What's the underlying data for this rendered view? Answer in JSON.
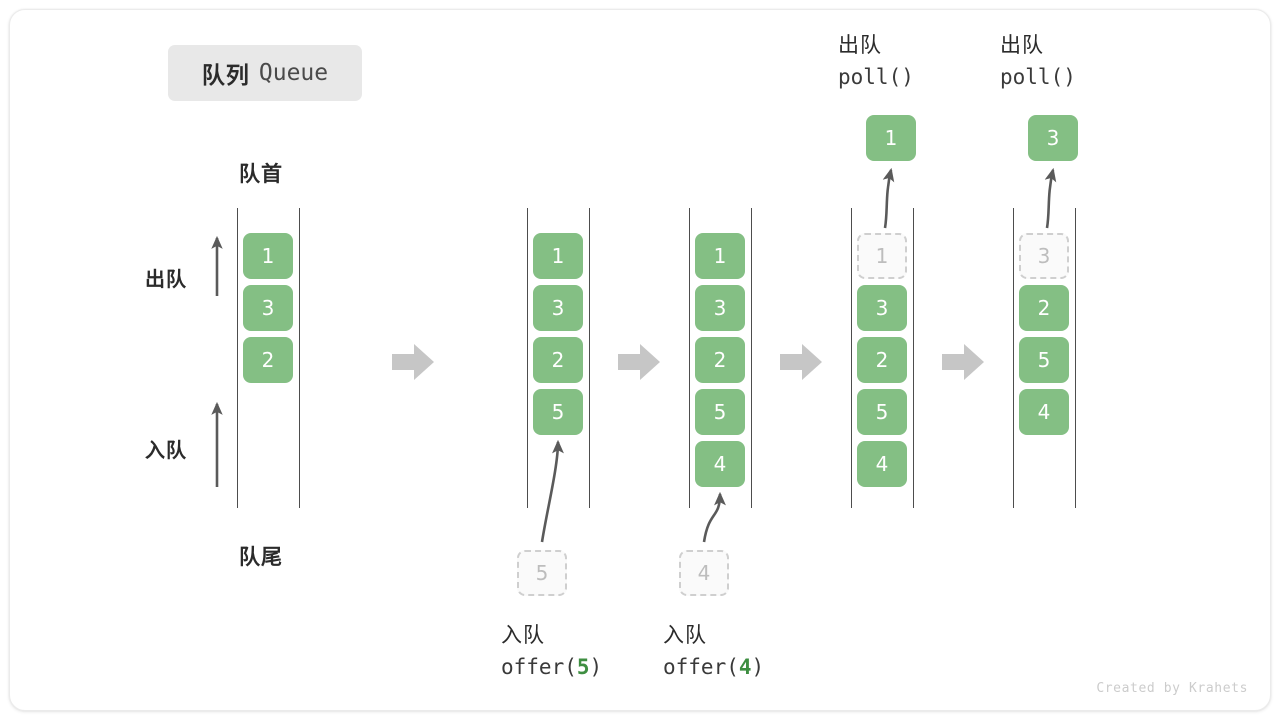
{
  "title": {
    "cn": "队列",
    "en": "Queue"
  },
  "labels": {
    "front": "队首",
    "rear": "队尾",
    "dequeue_side": "出队",
    "enqueue_side": "入队"
  },
  "colors": {
    "cell_fill": "#84bf84",
    "cell_text": "#ffffff",
    "ghost_border": "#cfcfcf",
    "ghost_text": "#bdbdbd",
    "rail": "#4d4d4d",
    "arrow_gray": "#c6c6c6",
    "curve_arrow": "#5a5a5a",
    "accent_green": "#3e8e41",
    "chip_bg": "#e8e8e8"
  },
  "columns": [
    {
      "id": "state-initial",
      "cells": [
        {
          "value": "1",
          "ghost": false
        },
        {
          "value": "3",
          "ghost": false
        },
        {
          "value": "2",
          "ghost": false
        }
      ],
      "caption": null,
      "popped": null,
      "incoming": null
    },
    {
      "id": "state-after-offer-5",
      "cells": [
        {
          "value": "1",
          "ghost": false
        },
        {
          "value": "3",
          "ghost": false
        },
        {
          "value": "2",
          "ghost": false
        },
        {
          "value": "5",
          "ghost": false
        }
      ],
      "caption": {
        "cn": "入队",
        "code_prefix": "offer(",
        "code_value": "5",
        "code_suffix": ")"
      },
      "popped": null,
      "incoming": {
        "value": "5"
      }
    },
    {
      "id": "state-after-offer-4",
      "cells": [
        {
          "value": "1",
          "ghost": false
        },
        {
          "value": "3",
          "ghost": false
        },
        {
          "value": "2",
          "ghost": false
        },
        {
          "value": "5",
          "ghost": false
        },
        {
          "value": "4",
          "ghost": false
        }
      ],
      "caption": {
        "cn": "入队",
        "code_prefix": "offer(",
        "code_value": "4",
        "code_suffix": ")"
      },
      "popped": null,
      "incoming": {
        "value": "4"
      }
    },
    {
      "id": "state-after-poll-1",
      "cells": [
        {
          "value": "1",
          "ghost": true
        },
        {
          "value": "3",
          "ghost": false
        },
        {
          "value": "2",
          "ghost": false
        },
        {
          "value": "5",
          "ghost": false
        },
        {
          "value": "4",
          "ghost": false
        }
      ],
      "caption": null,
      "popped": {
        "value": "1",
        "cn": "出队",
        "code": "poll()"
      },
      "incoming": null
    },
    {
      "id": "state-after-poll-3",
      "cells": [
        {
          "value": "3",
          "ghost": true
        },
        {
          "value": "2",
          "ghost": false
        },
        {
          "value": "5",
          "ghost": false
        },
        {
          "value": "4",
          "ghost": false
        }
      ],
      "caption": null,
      "popped": {
        "value": "3",
        "cn": "出队",
        "code": "poll()"
      },
      "incoming": null
    }
  ],
  "credit": "Created by Krahets"
}
